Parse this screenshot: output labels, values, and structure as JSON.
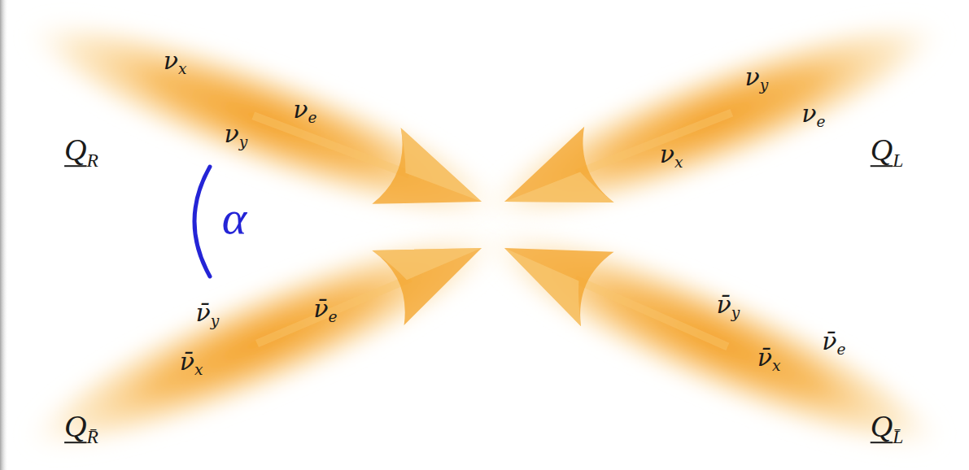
{
  "diagram": {
    "nodes": [
      {
        "text": [
          "νx",
          "νy",
          "νe"
        ]
      },
      {
        "text": [
          "νy",
          "νe",
          "νx"
        ]
      },
      {
        "text": [
          "ν̄y",
          "ν̄e",
          "ν̄x"
        ]
      },
      {
        "text": [
          "ν̄y",
          "ν̄x",
          "ν̄e"
        ]
      }
    ],
    "labels": [
      "QR",
      "QL",
      "QR̄",
      "QL̄",
      "α"
    ]
  }
}
